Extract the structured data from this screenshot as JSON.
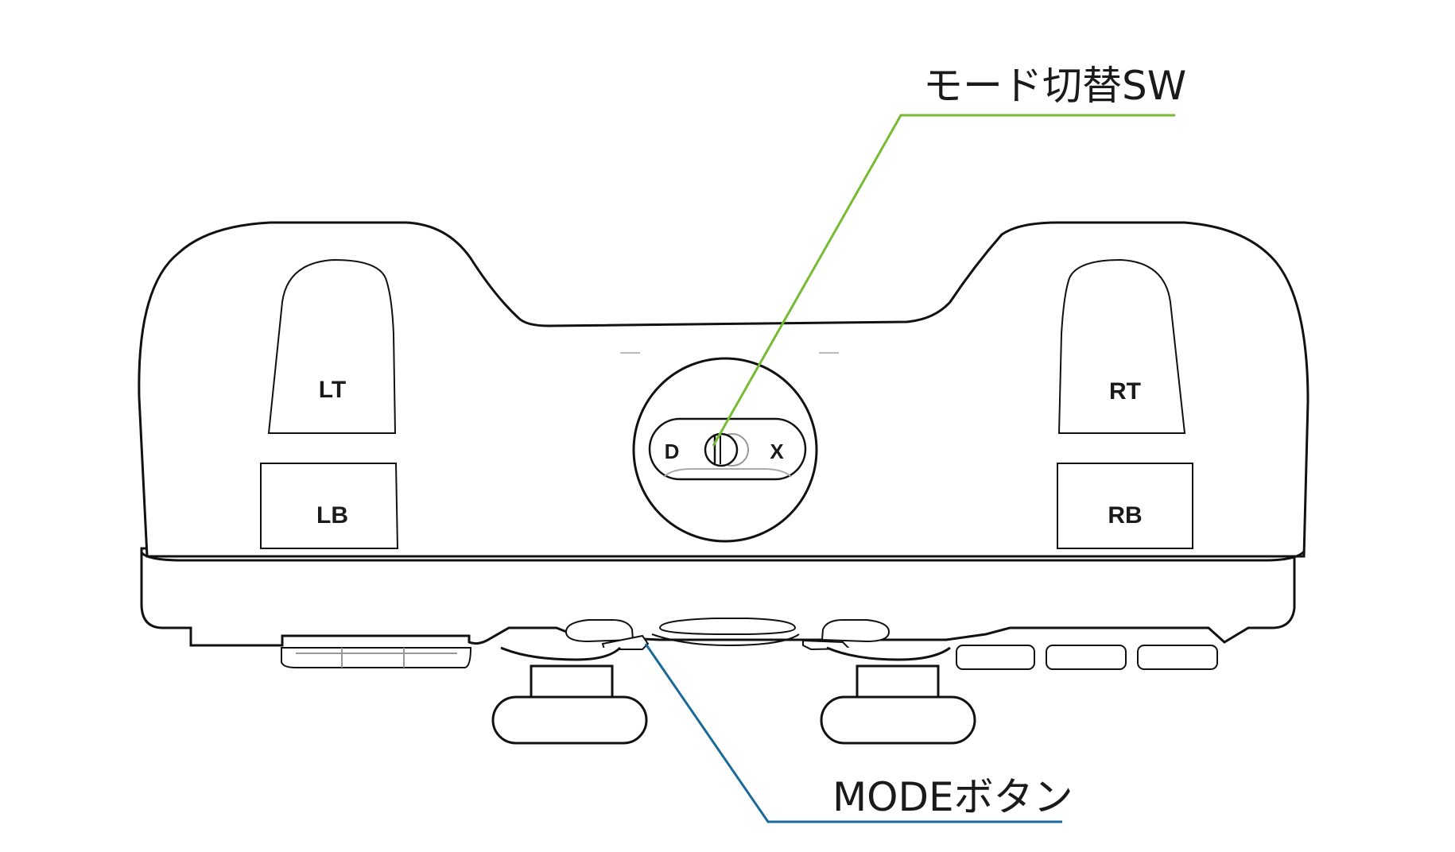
{
  "buttons": {
    "lt": "LT",
    "lb": "LB",
    "rt": "RT",
    "rb": "RB"
  },
  "mode_switch": {
    "left": "D",
    "right": "X"
  },
  "callouts": {
    "mode_switch": "モード切替SW",
    "mode_button": "MODEボタン"
  },
  "colors": {
    "mode_switch_leader": "#77bb33",
    "mode_button_leader": "#1a6a99"
  }
}
